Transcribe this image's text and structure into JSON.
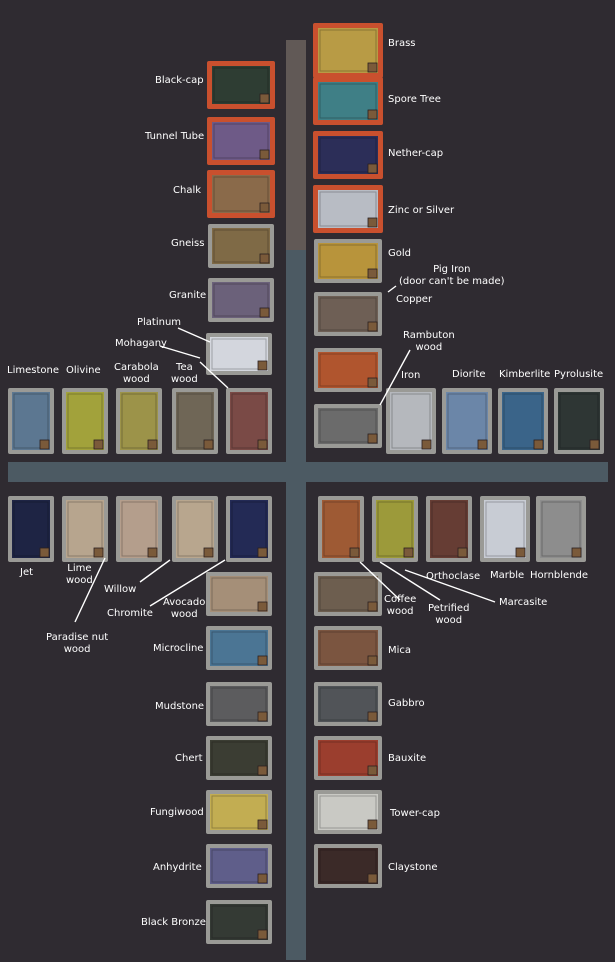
{
  "colors": {
    "background": "#2f2b31",
    "corridor": "#4c5a63",
    "stone_wall": "#9a9a96",
    "lava_border": "#c9502e",
    "label_text": "#ffffff"
  },
  "rooms": [
    {
      "name": "Brass",
      "color": "#b89b45"
    },
    {
      "name": "Black-cap",
      "color": "#2e3d33"
    },
    {
      "name": "Spore Tree",
      "color": "#3f7f86"
    },
    {
      "name": "Tunnel Tube",
      "color": "#6e5a87"
    },
    {
      "name": "Nether-cap",
      "color": "#2c2e58"
    },
    {
      "name": "Chalk",
      "color": "#8a6a4a"
    },
    {
      "name": "Zinc or Silver",
      "color": "#b8bcc4"
    },
    {
      "name": "Gneiss",
      "color": "#7f6a46"
    },
    {
      "name": "Gold",
      "color": "#b8943b"
    },
    {
      "name": "Pig Iron\n(door can't be made)",
      "color": "#6b6b6b"
    },
    {
      "name": "Granite",
      "color": "#6b617a"
    },
    {
      "name": "Copper",
      "color": "#6e5f55"
    },
    {
      "name": "Platinum",
      "color": "#d3d6dd"
    },
    {
      "name": "Rambuton\nwood",
      "color": "#b0552e"
    },
    {
      "name": "Mohagany",
      "color": "#7a4a46"
    },
    {
      "name": "Tea\nwood",
      "color": "#6f6656"
    },
    {
      "name": "Limestone",
      "color": "#5c7791"
    },
    {
      "name": "Olivine",
      "color": "#a2a23b"
    },
    {
      "name": "Carabola\nwood",
      "color": "#9c9349"
    },
    {
      "name": "Iron",
      "color": "#b5b8bd"
    },
    {
      "name": "Diorite",
      "color": "#6b86a8"
    },
    {
      "name": "Kimberlite",
      "color": "#3a6489"
    },
    {
      "name": "Pyrolusite",
      "color": "#2e3634"
    },
    {
      "name": "Jet",
      "color": "#1e2444"
    },
    {
      "name": "Lime\nwood",
      "color": "#b7a58e"
    },
    {
      "name": "Willow",
      "color": "#b49e8c"
    },
    {
      "name": "Chromite",
      "color": "#b8a68e"
    },
    {
      "name": "Avocado\nwood",
      "color": "#232a55"
    },
    {
      "name": "Paradise nut\nwood",
      "color": "#a58f78"
    },
    {
      "name": "Orthoclase",
      "color": "#9e5a34"
    },
    {
      "name": "Marble",
      "color": "#9c9a3a"
    },
    {
      "name": "Hornblende",
      "color": "#663d34"
    },
    {
      "name": "Marcasite",
      "color": "#c8ccd4"
    },
    {
      "name": "Petrified\nwood",
      "color": "#8d8d8d"
    },
    {
      "name": "Coffee\nwood",
      "color": "#6d5e4f"
    },
    {
      "name": "Microcline",
      "color": "#4b7594"
    },
    {
      "name": "Mica",
      "color": "#7b5540"
    },
    {
      "name": "Mudstone",
      "color": "#5c5c5e"
    },
    {
      "name": "Gabbro",
      "color": "#515458"
    },
    {
      "name": "Chert",
      "color": "#3b3d33"
    },
    {
      "name": "Bauxite",
      "color": "#9b3e2e"
    },
    {
      "name": "Fungiwood",
      "color": "#c2ad52"
    },
    {
      "name": "Tower-cap",
      "color": "#c9c9c4"
    },
    {
      "name": "Anhydrite",
      "color": "#5f5e8a"
    },
    {
      "name": "Claystone",
      "color": "#3b2a28"
    },
    {
      "name": "Black Bronze",
      "color": "#343a34"
    }
  ]
}
